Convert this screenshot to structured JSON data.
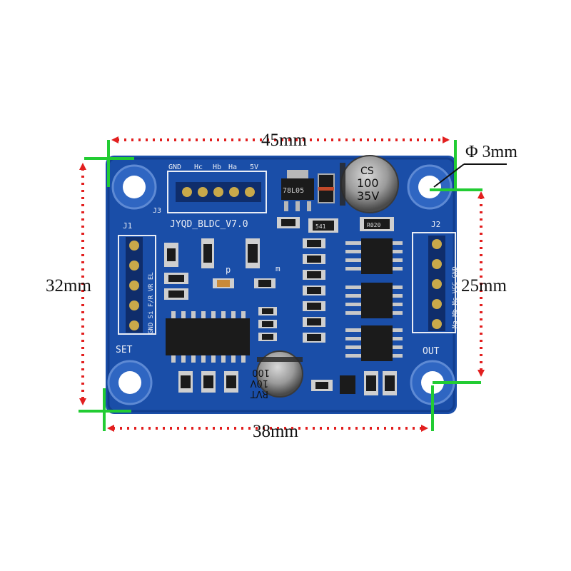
{
  "dimensions": {
    "top_width": "45mm",
    "bottom_width": "38mm",
    "left_height": "32mm",
    "right_height": "25mm",
    "hole_diameter": "Φ 3mm"
  },
  "silkscreen": {
    "board_name": "JYQD_BLDC_V7.0",
    "j1": "J1",
    "j2": "J2",
    "j3": "J3",
    "j3_pins": [
      "GND",
      "Hc",
      "Hb",
      "Ha",
      "5V"
    ],
    "set": "SET",
    "out": "OUT",
    "j1_side_text": "GND  Si  F/R  VR  EL",
    "j2_side_text": "Ma  Mb  Mc  VCC  GND",
    "p": "p",
    "m": "m"
  },
  "components": {
    "cap_big": [
      "CS",
      "100",
      "35V"
    ],
    "cap_small": [
      "100",
      "10V",
      "RVT"
    ],
    "regulator": "78L05",
    "resistor_541": "541",
    "resistor_r020": "R020"
  },
  "colors": {
    "pcb": "#1a4ea8",
    "pcb_dark": "#123e8e",
    "dimension_arrow": "#e21f1f",
    "marker": "#22cc33",
    "silkscreen": "#e8ecf5"
  }
}
